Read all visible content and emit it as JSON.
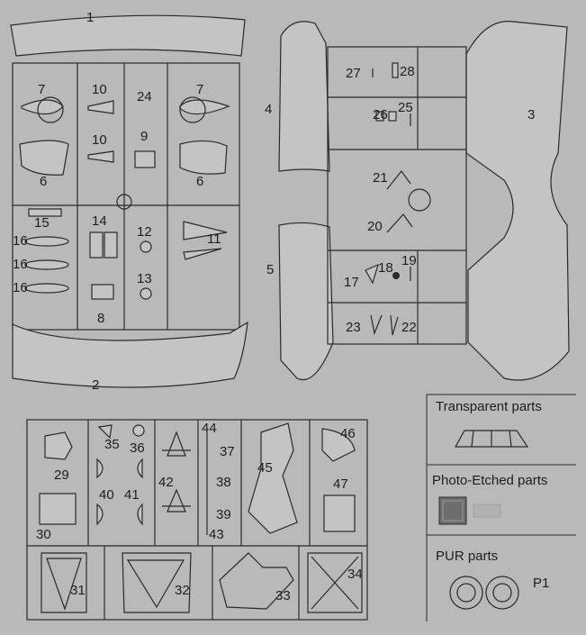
{
  "sprue_a": {
    "labels": [
      "1",
      "2",
      "6",
      "6",
      "7",
      "7",
      "8",
      "9",
      "10",
      "10",
      "11",
      "12",
      "13",
      "14",
      "15",
      "16",
      "16",
      "16",
      "24"
    ]
  },
  "sprue_b": {
    "labels": [
      "3",
      "4",
      "5",
      "17",
      "18",
      "19",
      "20",
      "21",
      "22",
      "23",
      "25",
      "26",
      "27",
      "28"
    ]
  },
  "sprue_c": {
    "labels": [
      "29",
      "30",
      "31",
      "32",
      "33",
      "34",
      "35",
      "36",
      "37",
      "38",
      "39",
      "40",
      "41",
      "42",
      "43",
      "44",
      "45",
      "46",
      "47"
    ]
  },
  "legend": {
    "transparent": "Transparent parts",
    "photo_etched": "Photo-Etched parts",
    "pur": "PUR parts",
    "pur_part_label": "P1"
  },
  "colors": {
    "background": "#b9b9bc",
    "line": "#2a2a2e"
  }
}
